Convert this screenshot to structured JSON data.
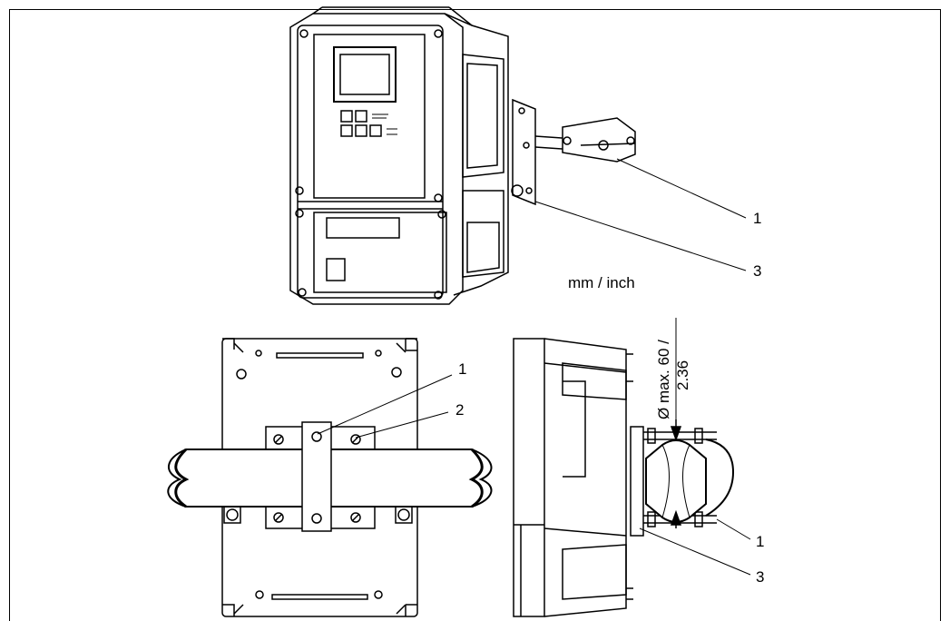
{
  "figure": {
    "units_label": "mm / inch",
    "dimension_label_line1": "Ø max. 60 /",
    "dimension_label_line2": "2.36",
    "callouts": {
      "top_view_1": "1",
      "top_view_3": "3",
      "front_view_1": "1",
      "front_view_2": "2",
      "side_view_1": "1",
      "side_view_3": "3"
    }
  }
}
